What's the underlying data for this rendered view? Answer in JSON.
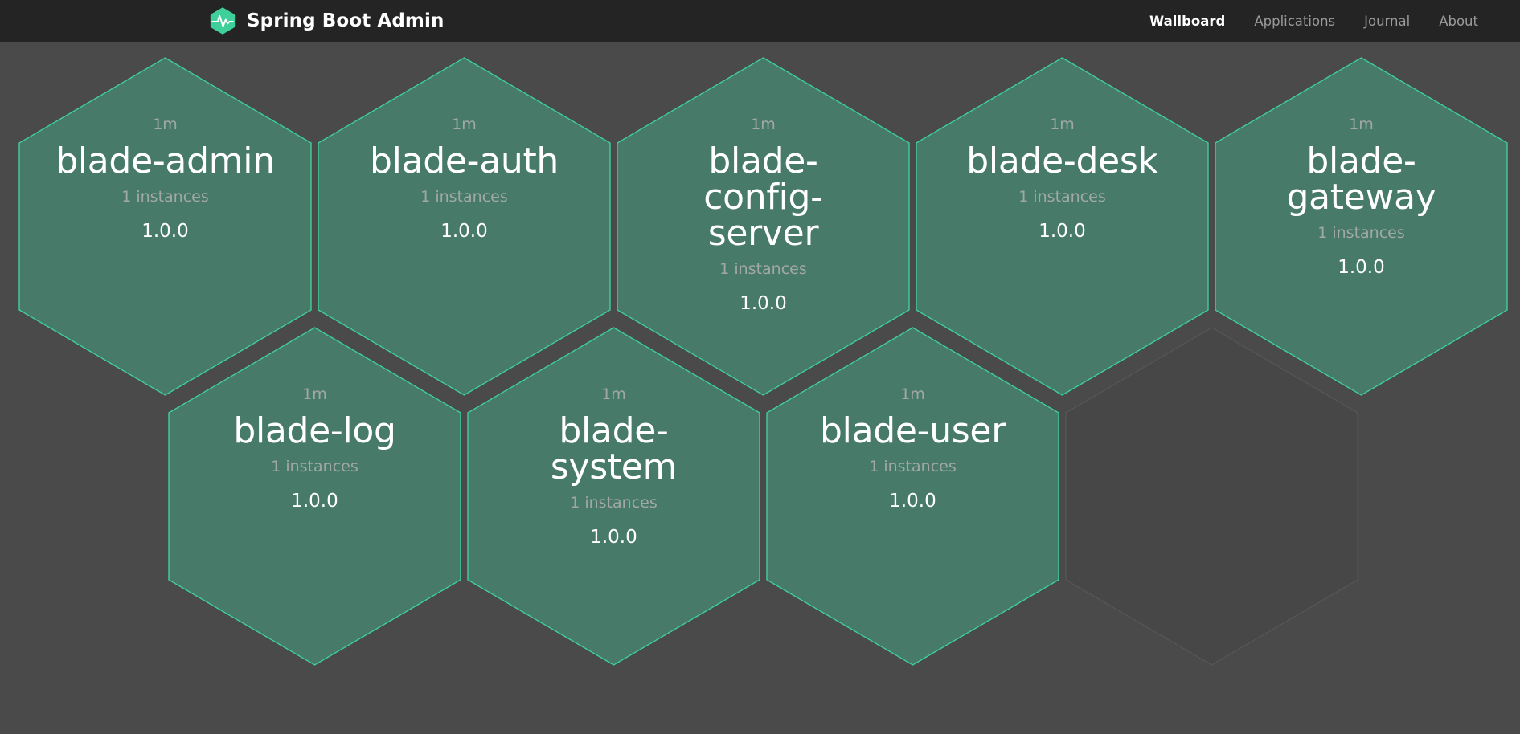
{
  "app": {
    "background_color": "#4a4a4a",
    "navbar_color": "#242424",
    "accent_color": "#3ecf9a",
    "hex_fill_color": "#477a68",
    "hex_border_color": "#3ecf9a",
    "placeholder_fill_color": "#474747",
    "placeholder_border_color": "#575757"
  },
  "navbar": {
    "logo_icon": "heartbeat-hexagon-icon",
    "title": "Spring Boot Admin",
    "links": [
      {
        "label": "Wallboard",
        "active": true
      },
      {
        "label": "Applications",
        "active": false
      },
      {
        "label": "Journal",
        "active": false
      },
      {
        "label": "About",
        "active": false
      }
    ]
  },
  "wallboard": {
    "applications": [
      {
        "since": "1m",
        "name": "blade-admin",
        "instances": "1 instances",
        "version": "1.0.0",
        "status": "up"
      },
      {
        "since": "1m",
        "name": "blade-auth",
        "instances": "1 instances",
        "version": "1.0.0",
        "status": "up"
      },
      {
        "since": "1m",
        "name": "blade-config-server",
        "instances": "1 instances",
        "version": "1.0.0",
        "status": "up"
      },
      {
        "since": "1m",
        "name": "blade-desk",
        "instances": "1 instances",
        "version": "1.0.0",
        "status": "up"
      },
      {
        "since": "1m",
        "name": "blade-gateway",
        "instances": "1 instances",
        "version": "1.0.0",
        "status": "up"
      },
      {
        "since": "1m",
        "name": "blade-log",
        "instances": "1 instances",
        "version": "1.0.0",
        "status": "up"
      },
      {
        "since": "1m",
        "name": "blade-system",
        "instances": "1 instances",
        "version": "1.0.0",
        "status": "up"
      },
      {
        "since": "1m",
        "name": "blade-user",
        "instances": "1 instances",
        "version": "1.0.0",
        "status": "up"
      }
    ],
    "placeholder_count": 1
  }
}
